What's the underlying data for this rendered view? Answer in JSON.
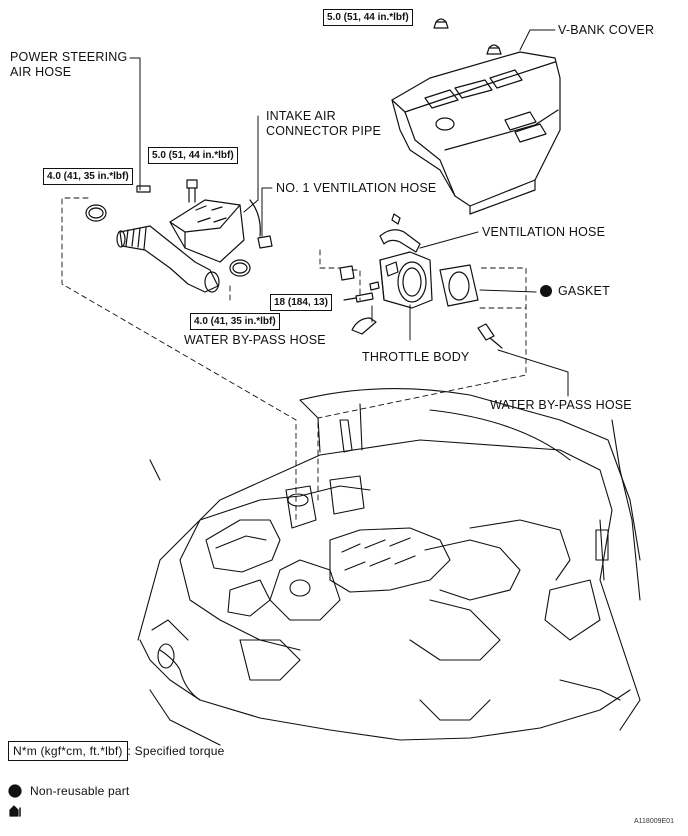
{
  "labels": {
    "power_steering_air_hose": "POWER STEERING AIR HOSE",
    "power_steering_l1": "POWER STEERING",
    "power_steering_l2": "AIR HOSE",
    "intake_air_connector_pipe_l1": "INTAKE AIR",
    "intake_air_connector_pipe_l2": "CONNECTOR PIPE",
    "v_bank_cover": "V-BANK COVER",
    "no1_ventilation_hose": "NO. 1 VENTILATION HOSE",
    "ventilation_hose": "VENTILATION HOSE",
    "gasket": "GASKET",
    "water_bypass_hose_left": "WATER BY-PASS HOSE",
    "throttle_body": "THROTTLE BODY",
    "water_bypass_hose_right": "WATER BY-PASS HOSE"
  },
  "torques": {
    "vbank_nut": "5.0 (51, 44 in.*lbf)",
    "intake_bolt": "5.0 (51, 44 in.*lbf)",
    "clamp_upper": "4.0 (41, 35 in.*lbf)",
    "clamp_lower": "4.0 (41, 35 in.*lbf)",
    "throttle_bolt": "18 (184, 13)"
  },
  "legend": {
    "torque_unit": "N*m (kgf*cm, ft.*lbf)",
    "torque_desc": ": Specified torque",
    "nonreusable": "Non-reusable part"
  },
  "figure_code": "A118009E01",
  "colors": {
    "line": "#111111",
    "background": "#ffffff",
    "marker": "#111111"
  },
  "icons": {
    "non_reusable_marker": "filled-circle-icon",
    "corner_mark": "document-mark-icon"
  }
}
